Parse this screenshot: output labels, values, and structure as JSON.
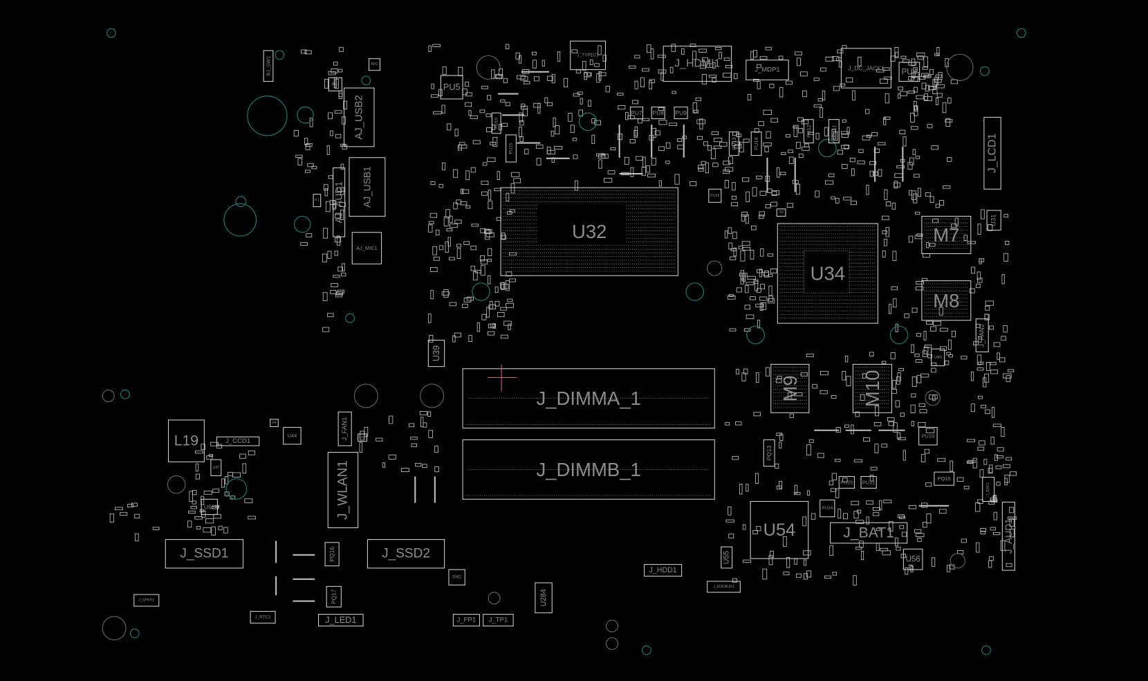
{
  "view": {
    "title": "Boardview",
    "background": "#000000",
    "outline_color": "#cfcfcf",
    "label_color": "#8c8c8c",
    "hole_color": "#1b7b7b",
    "marker_color": "#c86a6a"
  },
  "components": [
    {
      "ref": "U32"
    },
    {
      "ref": "U34"
    },
    {
      "ref": "M7"
    },
    {
      "ref": "M8"
    },
    {
      "ref": "M9"
    },
    {
      "ref": "M10"
    },
    {
      "ref": "J_DIMMA_1"
    },
    {
      "ref": "J_DIMMB_1"
    },
    {
      "ref": "U54"
    },
    {
      "ref": "J_BAT1"
    },
    {
      "ref": "J_HDMI1"
    },
    {
      "ref": "J_DC_JACK1"
    },
    {
      "ref": "J_LCD1"
    },
    {
      "ref": "J_AUD1"
    },
    {
      "ref": "J_FAN2"
    },
    {
      "ref": "U31"
    },
    {
      "ref": "U56"
    },
    {
      "ref": "U55"
    },
    {
      "ref": "J_HDD1"
    },
    {
      "ref": "J_EDEBUG1"
    },
    {
      "ref": "PU4"
    },
    {
      "ref": "PU5"
    },
    {
      "ref": "J_TYPEC1"
    },
    {
      "ref": "J_MDP1"
    },
    {
      "ref": "L19"
    },
    {
      "ref": "J_CCD1"
    },
    {
      "ref": "U44"
    },
    {
      "ref": "U61"
    },
    {
      "ref": "U47"
    },
    {
      "ref": "J_SSD1"
    },
    {
      "ref": "J_SSD2"
    },
    {
      "ref": "J_WLAN1"
    },
    {
      "ref": "J_FAN1"
    },
    {
      "ref": "U39"
    },
    {
      "ref": "AJ_USB2"
    },
    {
      "ref": "AJ_USB1"
    },
    {
      "ref": "AJ_AUD1"
    },
    {
      "ref": "AJ_MIC1"
    },
    {
      "ref": "BJ_SW1"
    },
    {
      "ref": "J_SPKR1"
    },
    {
      "ref": "J_RTC1"
    },
    {
      "ref": "J_LED1"
    },
    {
      "ref": "PQ16"
    },
    {
      "ref": "PQ17"
    },
    {
      "ref": "SW1"
    },
    {
      "ref": "J_FP1"
    },
    {
      "ref": "J_TP1"
    },
    {
      "ref": "U284"
    },
    {
      "ref": "PU7"
    },
    {
      "ref": "PU8"
    },
    {
      "ref": "PU9"
    },
    {
      "ref": "PU10"
    },
    {
      "ref": "PU11"
    },
    {
      "ref": "PU12"
    },
    {
      "ref": "PU13"
    },
    {
      "ref": "PU14"
    },
    {
      "ref": "PU15"
    },
    {
      "ref": "PU19"
    },
    {
      "ref": "PU20"
    },
    {
      "ref": "PU21"
    },
    {
      "ref": "PU24"
    },
    {
      "ref": "PQ13"
    },
    {
      "ref": "PQ15"
    },
    {
      "ref": "U40"
    },
    {
      "ref": "X1"
    },
    {
      "ref": "X2"
    },
    {
      "ref": "X4"
    },
    {
      "ref": "AM2"
    },
    {
      "ref": "AH1"
    },
    {
      "ref": "J_SPK1"
    },
    {
      "ref": "PU18"
    },
    {
      "ref": "U45"
    }
  ]
}
